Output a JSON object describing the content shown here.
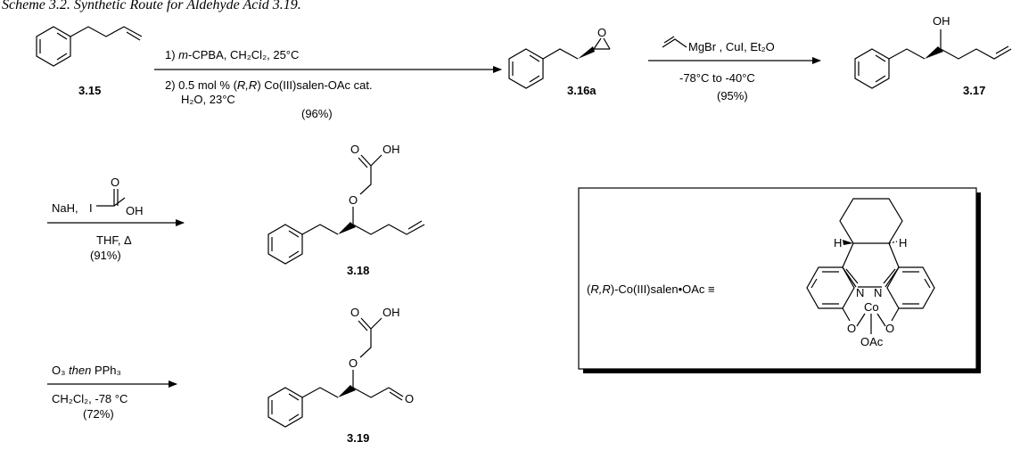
{
  "caption": "Scheme 3.2. Synthetic Route for Aldehyde Acid 3.19.",
  "compounds": [
    {
      "id": "3.15"
    },
    {
      "id": "3.16a"
    },
    {
      "id": "3.17"
    },
    {
      "id": "3.18"
    },
    {
      "id": "3.19"
    }
  ],
  "steps": [
    {
      "line1_num": "1) ",
      "line1_italic": "m",
      "line1_rest": "-CPBA, CH₂Cl₂, 25°C",
      "line2_pre": "2) 0.5 mol % (",
      "line2_rr": "R,R",
      "line2_post": ") Co(III)salen-OAc cat.",
      "line3": "H₂O, 23°C",
      "yield": "(96%)"
    },
    {
      "reagent": "MgBr , CuI, Et₂O",
      "temp": "-78°C to -40°C",
      "yield": "(95%)"
    },
    {
      "reagent_pre": "NaH,",
      "reagent_i": "I",
      "reagent_o": "O",
      "reagent_oh": "OH",
      "solvent": "THF, Δ",
      "yield": "(91%)"
    },
    {
      "reagent_o3": "O₃ ",
      "reagent_then": "then",
      "reagent_pph3": " PPh₃",
      "cond": "CH₂Cl₂, -78 °C",
      "yield": "(72%)"
    }
  ],
  "atoms": {
    "O": "O",
    "OH": "OH",
    "N": "N",
    "H": "H",
    "Co": "Co",
    "OAc": "OAc"
  },
  "catalyst_box": {
    "label_pre": "(",
    "label_rr": "R,R",
    "label_post": ")-Co(III)salen•OAc ≡"
  }
}
